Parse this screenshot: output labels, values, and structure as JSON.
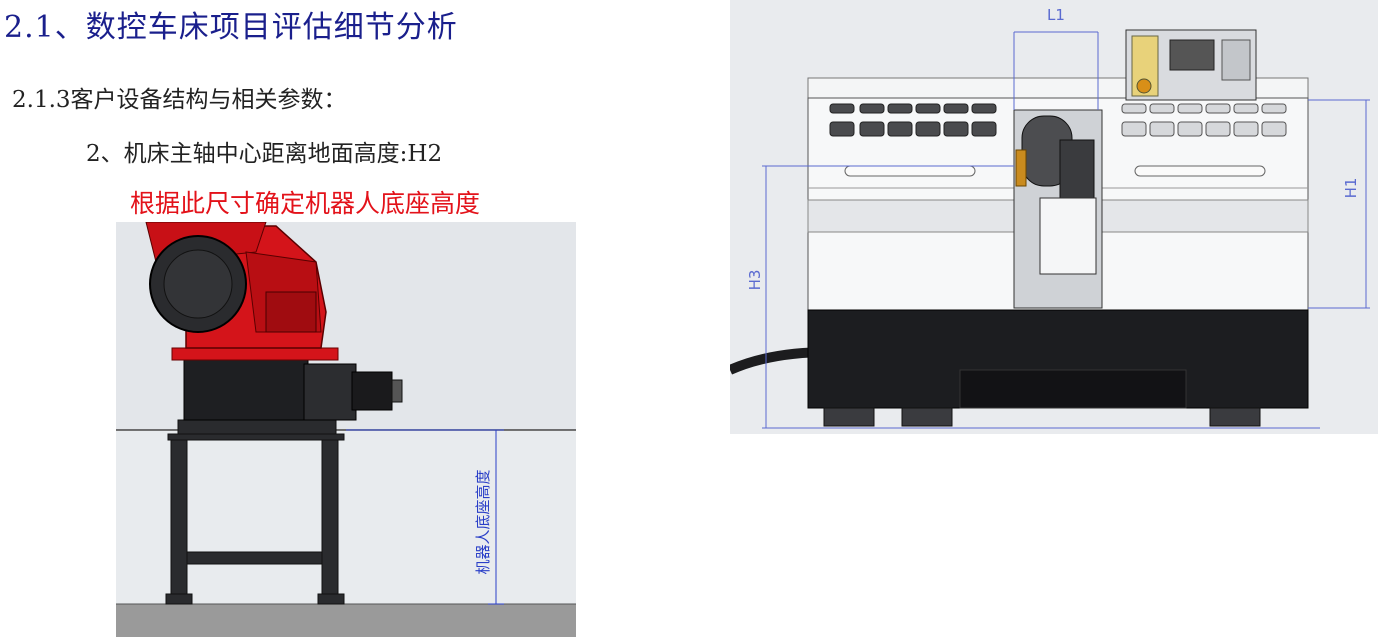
{
  "heading": "2.1、数控车床项目评估细节分析",
  "section": "2.1.3客户设备结构与相关参数：",
  "item": "2、机床主轴中心距离地面高度:H2",
  "note": "根据此尺寸确定机器人底座高度",
  "robot_figure": {
    "dimension_label": "机器人底座高度",
    "robot_color": "#d4141a",
    "wall_color": "#e3e6ea",
    "floor_color": "#9a9a9a"
  },
  "lathe_figure": {
    "dim_L1": "L1",
    "dim_H1": "H1",
    "dim_H3": "H3",
    "dimension_color": "#5a6ad0"
  }
}
